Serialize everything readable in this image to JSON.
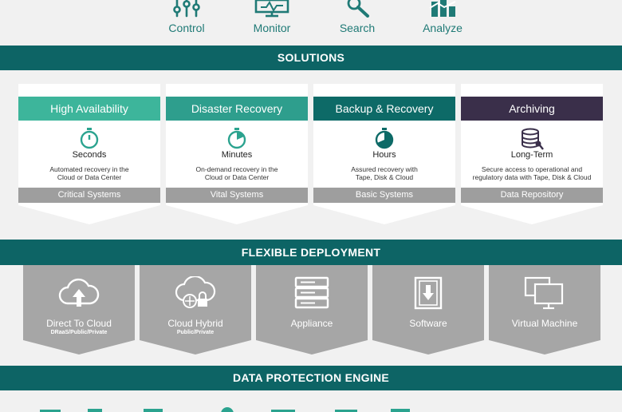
{
  "top_items": [
    {
      "label": "Control",
      "icon": "sliders-icon"
    },
    {
      "label": "Monitor",
      "icon": "monitor-icon"
    },
    {
      "label": "Search",
      "icon": "magnifier-icon"
    },
    {
      "label": "Analyze",
      "icon": "bar-chart-icon"
    }
  ],
  "solutions": {
    "title": "SOLUTIONS",
    "cards": [
      {
        "header": "High Availability",
        "term": "Seconds",
        "desc1": "Automated recovery in the",
        "desc2": "Cloud or Data Center",
        "footer": "Critical Systems",
        "color": "#3db59b"
      },
      {
        "header": "Disaster Recovery",
        "term": "Minutes",
        "desc1": "On-demand recovery in the",
        "desc2": "Cloud or Data Center",
        "footer": "Vital Systems",
        "color": "#2e9e8d"
      },
      {
        "header": "Backup & Recovery",
        "term": "Hours",
        "desc1": "Assured recovery with",
        "desc2": "Tape, Disk & Cloud",
        "footer": "Basic Systems",
        "color": "#0d6a67"
      },
      {
        "header": "Archiving",
        "term": "Long-Term",
        "desc1": "Secure access to operational and",
        "desc2": "regulatory data with Tape, Disk & Cloud",
        "footer": "Data Repository",
        "color": "#3a2f4a"
      }
    ]
  },
  "deployment": {
    "title": "FLEXIBLE DEPLOYMENT",
    "tiles": [
      {
        "label": "Direct To Cloud",
        "sub": "DRaaS/Public/Private",
        "icon": "cloud-upload-icon"
      },
      {
        "label": "Cloud Hybrid",
        "sub": "Public/Private",
        "icon": "cloud-lock-icon"
      },
      {
        "label": "Appliance",
        "sub": "",
        "icon": "server-stack-icon"
      },
      {
        "label": "Software",
        "sub": "",
        "icon": "software-box-icon"
      },
      {
        "label": "Virtual Machine",
        "sub": "",
        "icon": "virtual-machine-icon"
      }
    ]
  },
  "engine": {
    "title": "DATA PROTECTION ENGINE"
  },
  "colors": {
    "band": "#0d6465",
    "accent": "#2ba38f",
    "tile": "#a6a6a6"
  }
}
